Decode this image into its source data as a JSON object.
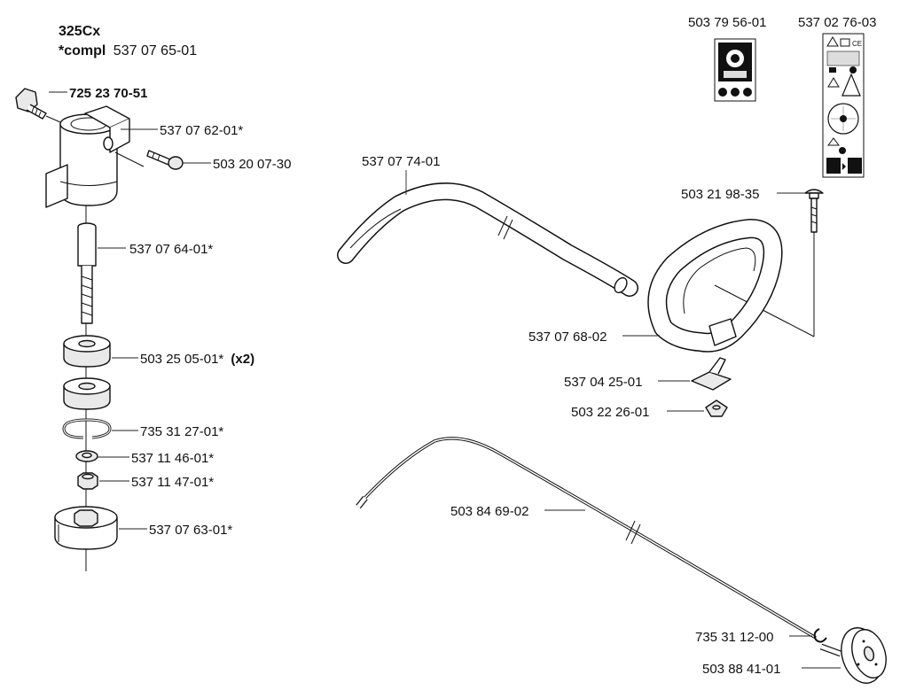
{
  "header": {
    "model": "325Cx",
    "compl_prefix": "*compl",
    "compl_number": "537 07 65-01"
  },
  "labels": {
    "bolt": "725 23 70-51",
    "clamp": "537 07 62-01*",
    "screw": "503 20 07-30",
    "tube": "537 07 74-01",
    "decal_a": "503 79 56-01",
    "decal_b": "537 02 76-03",
    "shaft": "537 07 64-01*",
    "carriage_bolt": "503 21 98-35",
    "bearing": "503 25 05-01*",
    "bearing_qty": "(x2)",
    "handle": "537 07 68-02",
    "bracket": "537 04 25-01",
    "wing_nut": "503 22 26-01",
    "circlip": "735 31 27-01*",
    "washer": "537 11 46-01*",
    "nut": "537 11 47-01*",
    "hub": "537 07 63-01*",
    "drive_shaft": "503 84 69-02",
    "retaining_ring": "735 31 12-00",
    "drive_disc": "503 88 41-01"
  },
  "icons": [
    "spool-warning-decal-icon",
    "safety-warning-decal-icon"
  ]
}
